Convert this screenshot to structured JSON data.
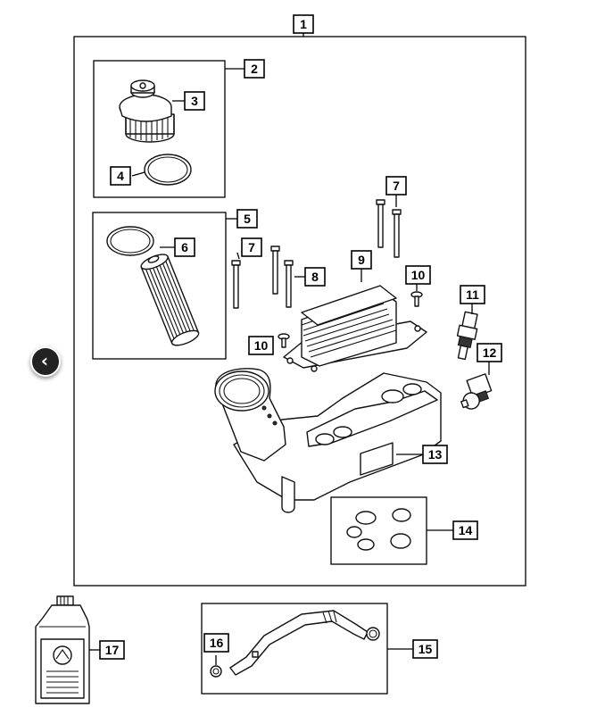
{
  "callouts": {
    "c1": "1",
    "c2": "2",
    "c3": "3",
    "c4": "4",
    "c5": "5",
    "c6": "6",
    "c7a": "7",
    "c7b": "7",
    "c8": "8",
    "c9": "9",
    "c10a": "10",
    "c10b": "10",
    "c11": "11",
    "c12": "12",
    "c13": "13",
    "c14": "14",
    "c15": "15",
    "c16": "16",
    "c17": "17"
  },
  "nav": {
    "icon": "chevron-left-icon",
    "glyph": "‹"
  },
  "colors": {
    "line": "#000000",
    "background": "#ffffff",
    "nav_button": "#222222"
  }
}
